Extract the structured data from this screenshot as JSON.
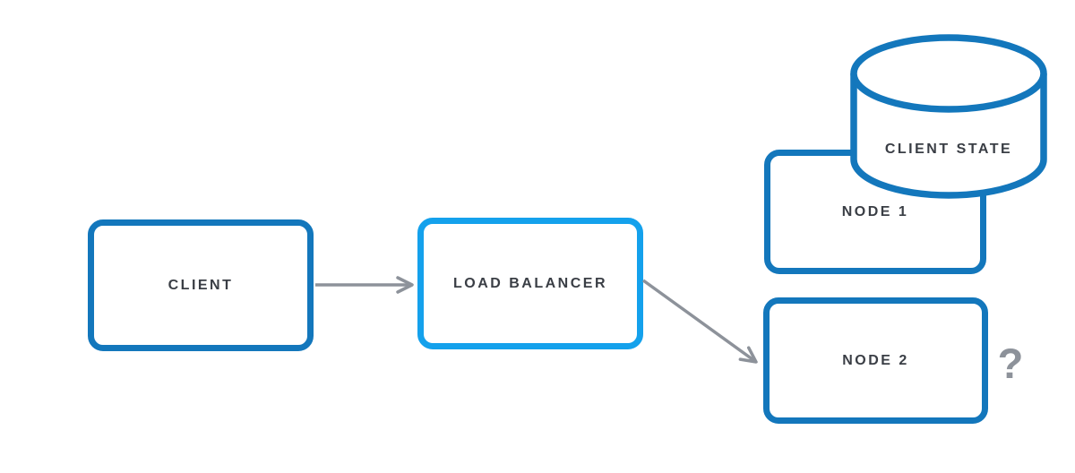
{
  "diagram": {
    "background": "#ffffff",
    "colors": {
      "node_border_dark": "#1377bc",
      "node_border_light": "#14a1ec",
      "arrow_gray": "#8d929a",
      "label_text": "#3a3e45"
    },
    "nodes": {
      "client": {
        "label": "CLIENT",
        "shape": "rounded-rect",
        "border": "dark"
      },
      "load_balancer": {
        "label": "LOAD BALANCER",
        "shape": "rounded-rect",
        "border": "light"
      },
      "node1": {
        "label": "NODE 1",
        "shape": "rounded-rect",
        "border": "dark"
      },
      "node2": {
        "label": "NODE 2",
        "shape": "rounded-rect",
        "border": "dark"
      },
      "client_state": {
        "label": "CLIENT STATE",
        "shape": "cylinder",
        "border": "dark"
      }
    },
    "edges": [
      {
        "from": "client",
        "to": "load_balancer",
        "style": "arrow"
      },
      {
        "from": "load_balancer",
        "to": "node2",
        "style": "arrow"
      }
    ],
    "annotations": {
      "question_mark": "?"
    }
  }
}
